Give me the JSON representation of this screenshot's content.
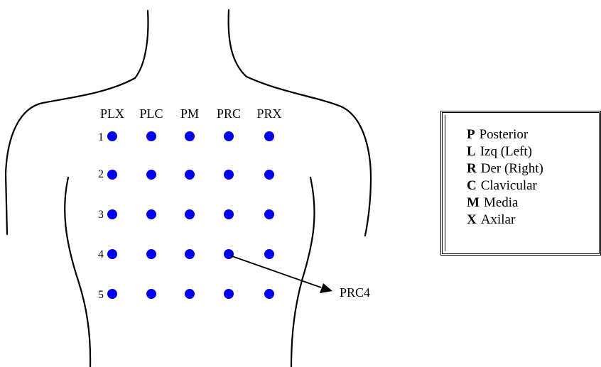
{
  "columns": [
    "PLX",
    "PLC",
    "PM",
    "PRC",
    "PRX"
  ],
  "rows": [
    "1",
    "2",
    "3",
    "4",
    "5"
  ],
  "highlighted_point": {
    "column": "PRC",
    "row": "4",
    "label": "PRC4"
  },
  "dot_color": "#0000ee",
  "legend": [
    {
      "key": "P",
      "text": "Posterior"
    },
    {
      "key": "L",
      "text": "Izq (Left)"
    },
    {
      "key": "R",
      "text": "Der (Right)"
    },
    {
      "key": "C",
      "text": "Clavicular"
    },
    {
      "key": "M",
      "text": "Media"
    },
    {
      "key": "X",
      "text": "Axilar"
    }
  ]
}
